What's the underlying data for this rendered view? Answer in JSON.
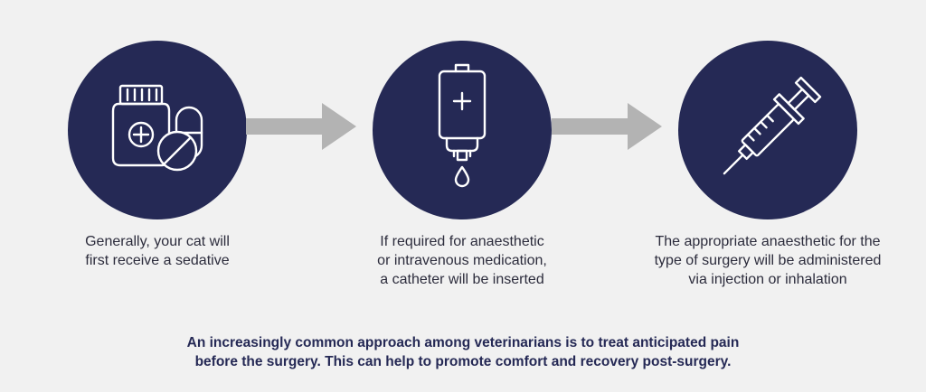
{
  "steps": [
    {
      "icon": "medicine-icon",
      "text_lines": [
        "Generally, your cat will",
        "first receive a sedative"
      ]
    },
    {
      "icon": "iv-bag-icon",
      "text_lines": [
        "If required for anaesthetic",
        "or intravenous medication,",
        "a catheter will be inserted"
      ]
    },
    {
      "icon": "syringe-icon",
      "text_lines": [
        "The appropriate anaesthetic for the",
        "type of surgery will be administered",
        "via injection or inhalation"
      ]
    }
  ],
  "footer": {
    "lines": [
      "An increasingly common approach among veterinarians is to treat anticipated pain",
      "before the surgery. This can help to promote comfort and recovery post-surgery."
    ]
  },
  "colors": {
    "background": "#f1f1f1",
    "circle": "#252955",
    "arrow": "#b3b3b3",
    "icon_stroke": "#ffffff",
    "body_text": "#2c2c3c",
    "footer_text": "#252955"
  }
}
